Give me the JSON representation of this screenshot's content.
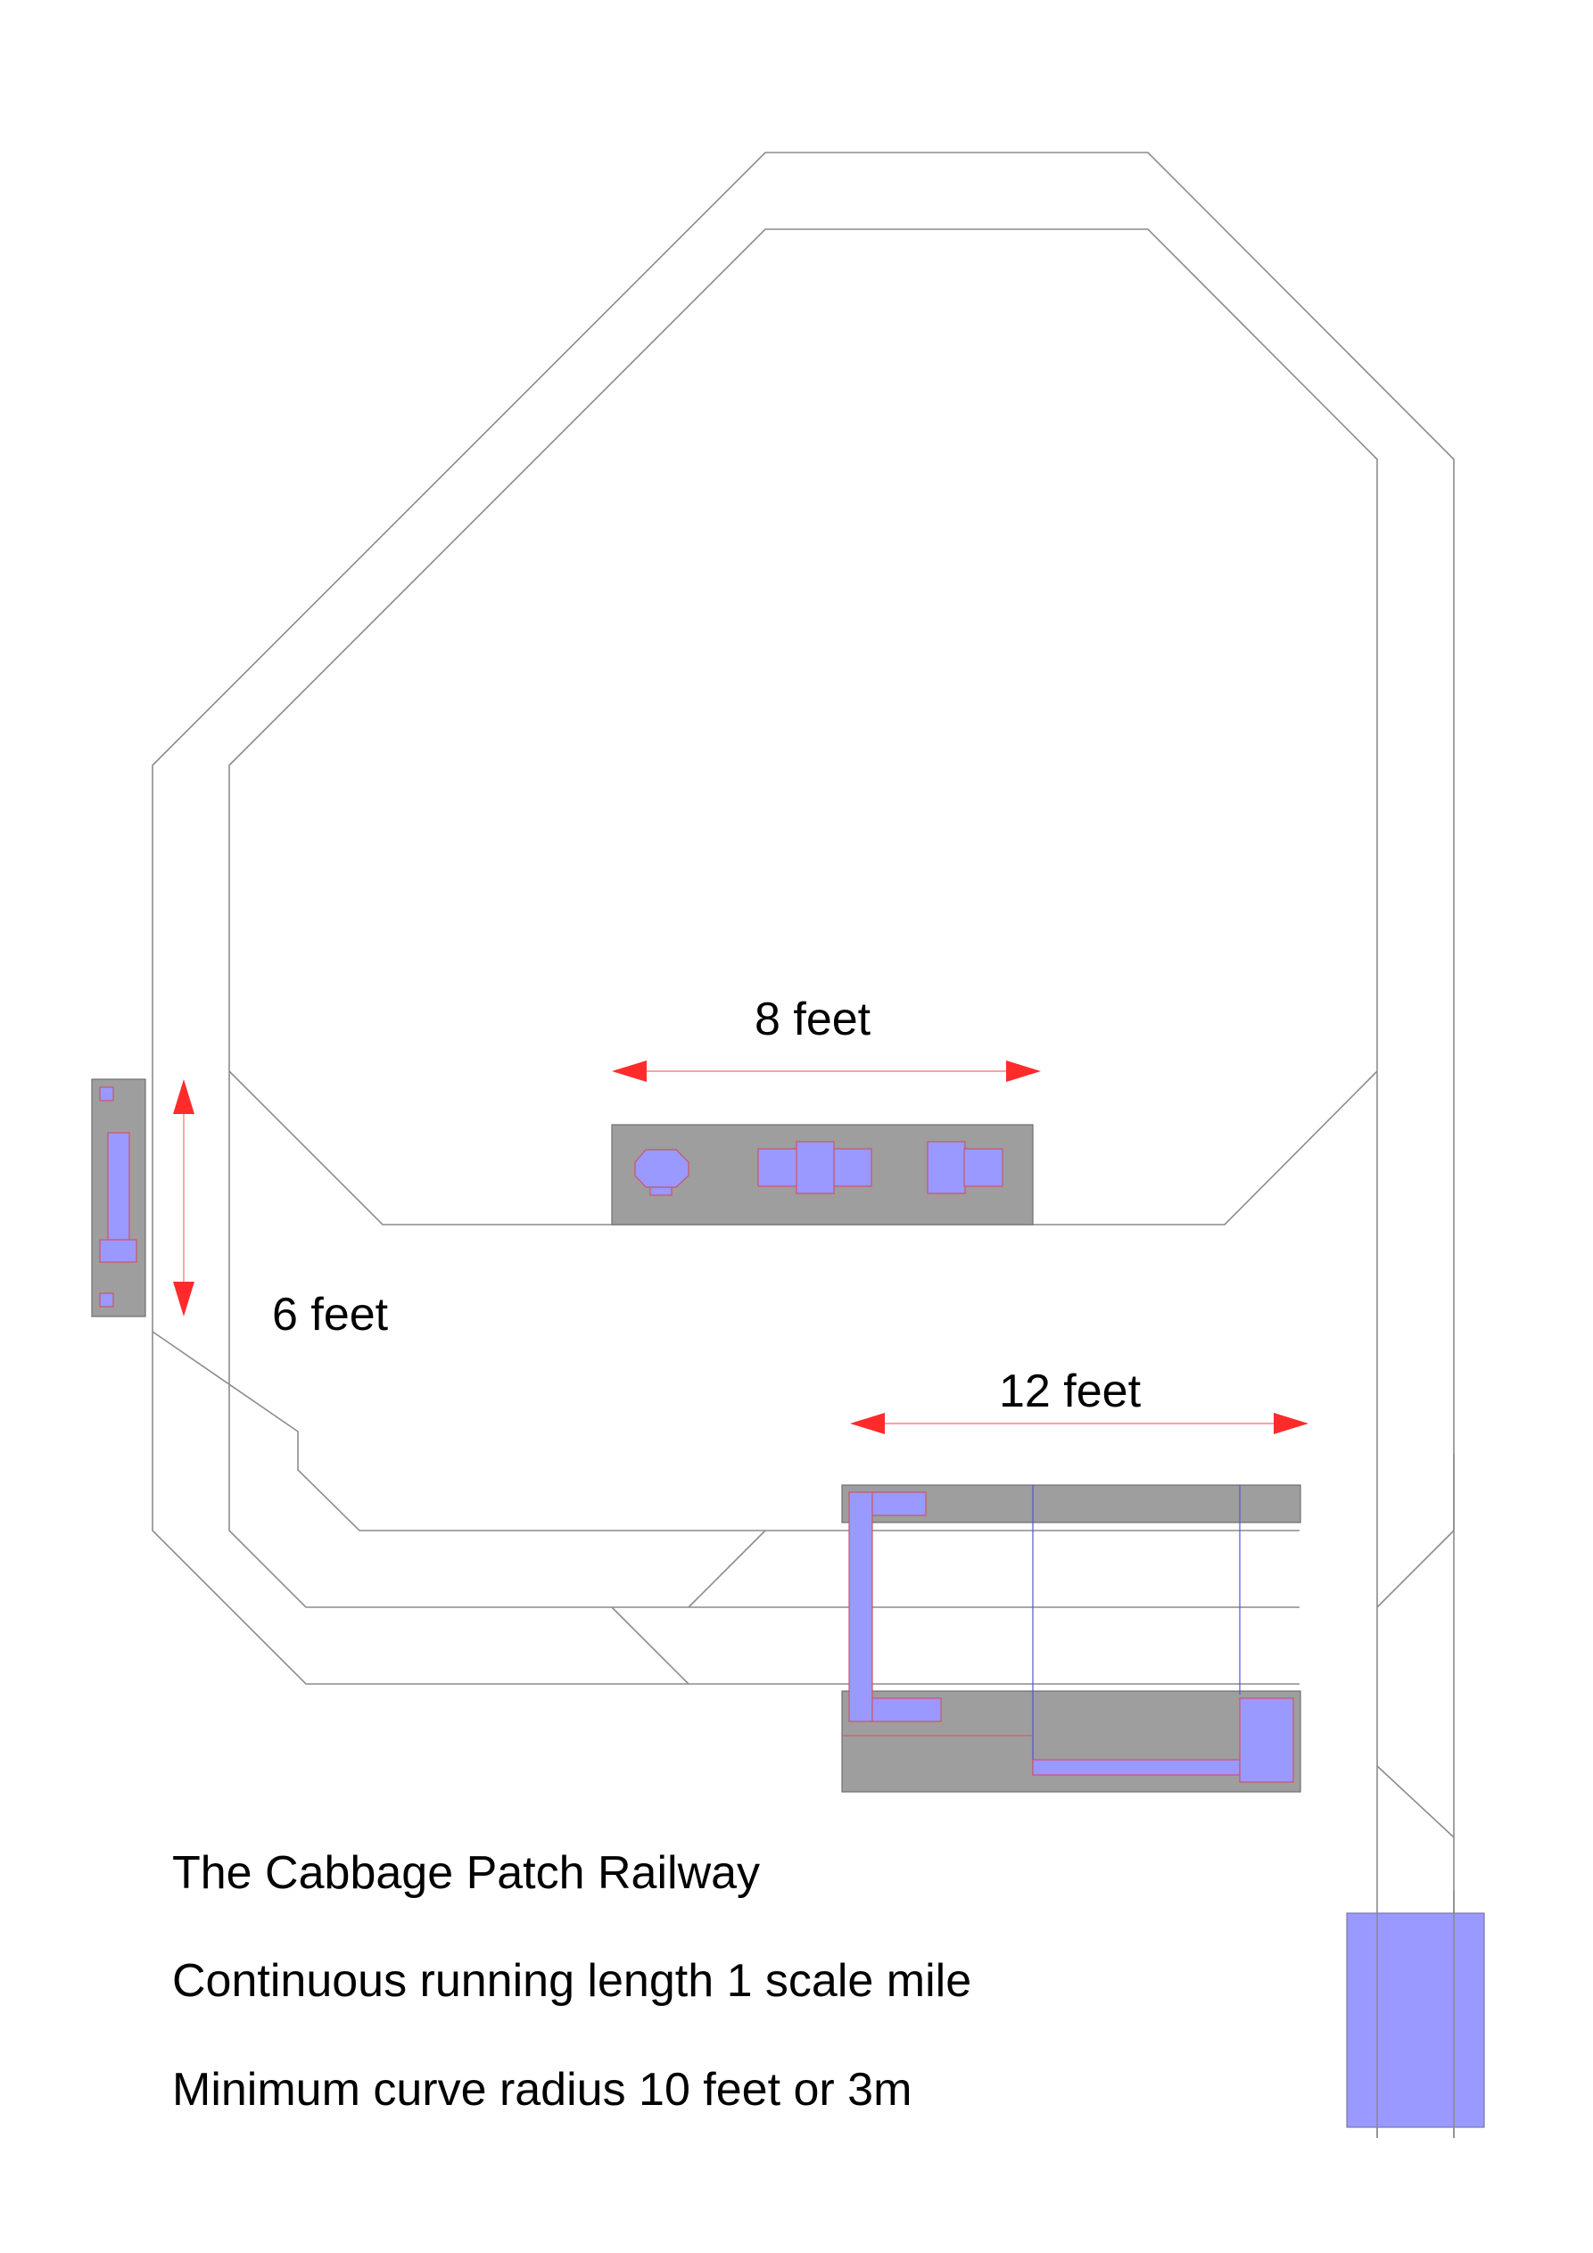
{
  "dimensions": {
    "width_label": "8 feet",
    "depth_label": "6 feet",
    "yard_label": "12 feet"
  },
  "notes": {
    "title": "The Cabbage Patch Railway",
    "running_length": "Continuous running length 1 scale mile",
    "min_radius": "Minimum curve radius 10 feet or 3m"
  },
  "colors": {
    "track": "#8c8c8c",
    "baseboard": "#9e9e9e",
    "structure": "#9999ff",
    "dimension_arrow": "#ff2b2b"
  }
}
